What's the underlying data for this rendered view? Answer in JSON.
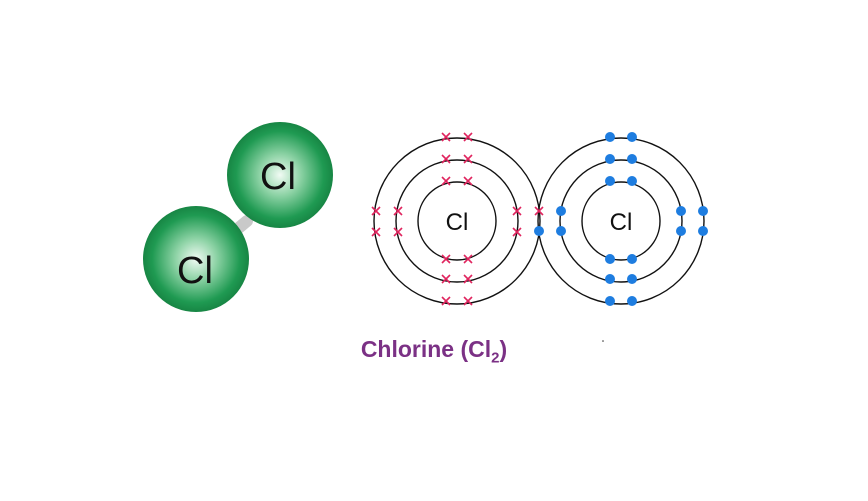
{
  "molecule_model": {
    "atoms": [
      {
        "symbol": "Cl"
      },
      {
        "symbol": "Cl"
      }
    ]
  },
  "electron_diagram": {
    "left_atom": {
      "symbol": "Cl",
      "marker": "cross"
    },
    "right_atom": {
      "symbol": "Cl",
      "marker": "dot"
    }
  },
  "caption": {
    "prefix": "Chlorine (Cl",
    "subscript": "2",
    "suffix": ")"
  },
  "colors": {
    "atom_green": "#1f9a52",
    "cross_color": "#e0245e",
    "dot_color": "#1e7de0",
    "caption_color": "#7b3185"
  }
}
